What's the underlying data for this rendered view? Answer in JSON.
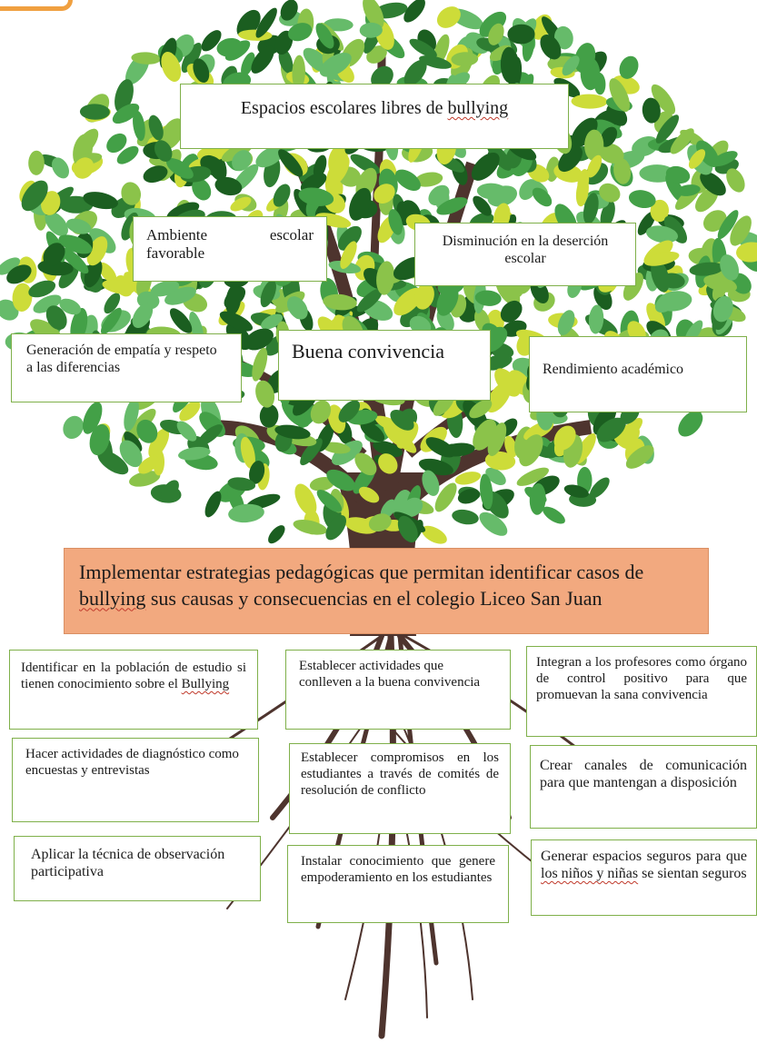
{
  "colors": {
    "box_border": "#7fb04a",
    "main_box_fill": "#f2a97f",
    "leaf_dark": "#2e7d32",
    "leaf_mid": "#43a047",
    "leaf_light": "#8bc34a",
    "trunk": "#4e342e"
  },
  "top_box": {
    "prefix": "Espacios escolares libres de ",
    "emph": "bullying"
  },
  "effects": {
    "ambiente": "Ambiente escolar favorable",
    "desercion": "Disminución en la deserción escolar",
    "empatia": "Generación de empatía y respeto a las diferencias",
    "convivencia": "Buena convivencia",
    "rendimiento": "Rendimiento académico"
  },
  "main_problem": {
    "part1": "Implementar estrategias pedagógicas que permitan identificar casos de ",
    "emph": "bullying",
    "part2": " sus causas y consecuencias en el colegio Liceo San Juan"
  },
  "roots": {
    "identificar": {
      "prefix": "Identificar en la población de estudio si tienen conocimiento sobre el ",
      "emph": "Bullying"
    },
    "establecer_actividades": "Establecer actividades que conlleven a la buena convivencia",
    "integran": "Integran a los profesores como órgano de control positivo para que promuevan la sana convivencia",
    "hacer_actividades": "Hacer actividades de diagnóstico como encuestas y entrevistas",
    "compromisos": "Establecer compromisos en los estudiantes a través de comités de resolución de conflicto",
    "crear_canales": "Crear canales de comunicación para que mantengan a disposición",
    "aplicar": "Aplicar la técnica de observación participativa",
    "instalar": "Instalar conocimiento que genere empoderamiento en los estudiantes",
    "generar": {
      "prefix": "Generar espacios seguros para que ",
      "emph": "los niños y niñas",
      "suffix": " se sientan seguros"
    }
  }
}
